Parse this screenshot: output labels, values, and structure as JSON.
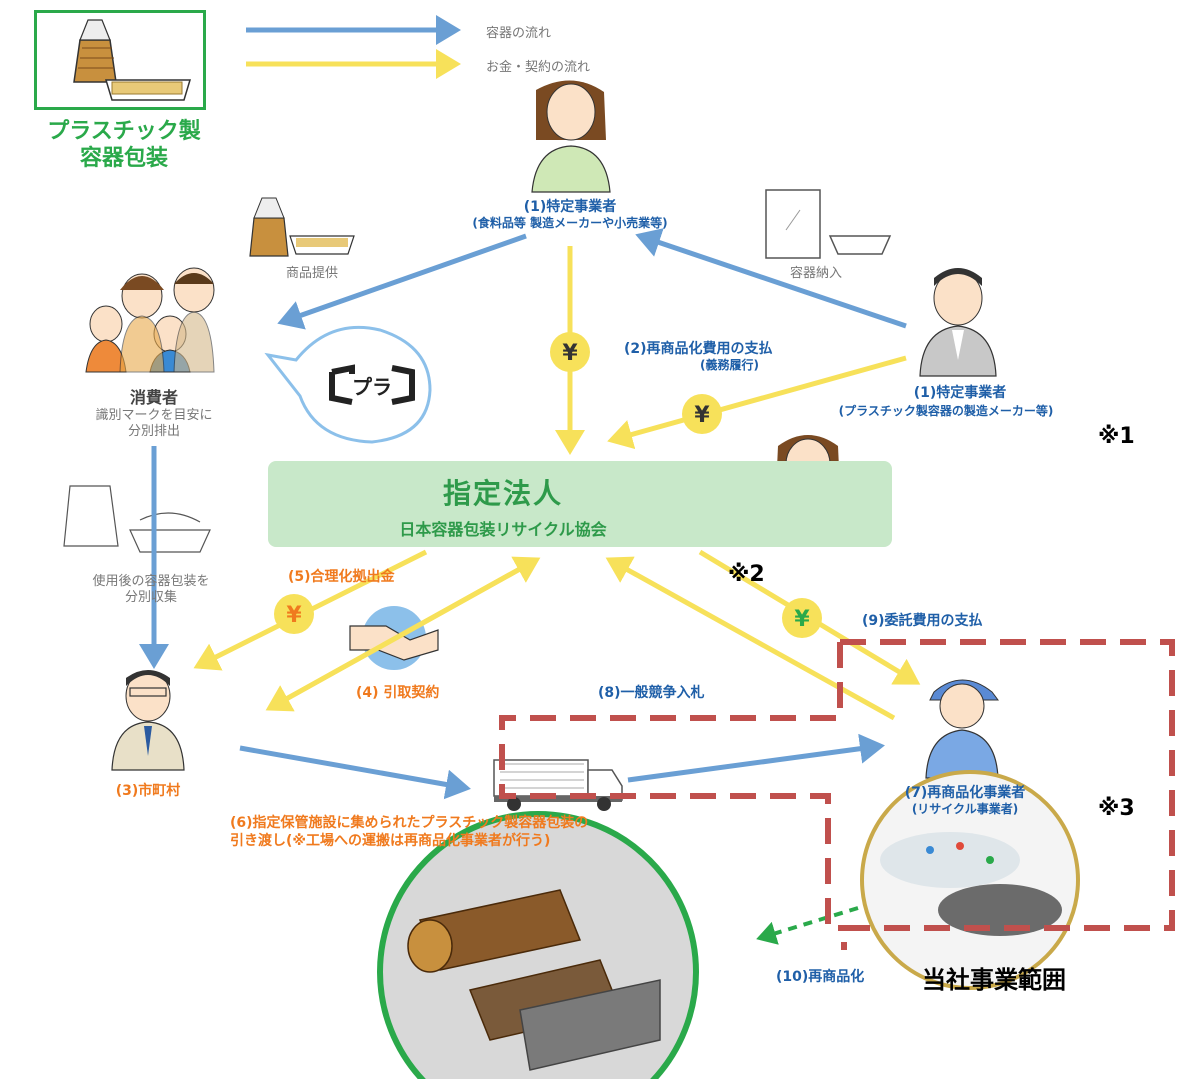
{
  "legend": {
    "container_flow": "容器の流れ",
    "money_flow": "お金・契約の流れ",
    "container_color": "#6a9fd4",
    "money_color": "#f7e15a"
  },
  "package_title": "プラスチック製\n容器包装",
  "actors": {
    "business1_top": {
      "label": "(1)特定事業者",
      "sub": "(食料品等 製造メーカーや小売業等)"
    },
    "business1_right": {
      "label": "(1)特定事業者",
      "sub": "(プラスチック製容器の製造メーカー等)"
    },
    "consumer": {
      "label": "消費者",
      "sub1": "識別マークを目安に",
      "sub2": "分別排出"
    },
    "municipality": {
      "label": "(3)市町村"
    },
    "recycler": {
      "label": "(7)再商品化事業者",
      "sub": "(リサイクル事業者)"
    }
  },
  "designated_org": {
    "title": "指定法人",
    "subtitle": "日本容器包装リサイクル協会",
    "bg_color": "#c8e8c9"
  },
  "labels": {
    "product_supply": "商品提供",
    "container_delivery": "容器納入",
    "separate_collection1": "使用後の容器包装を",
    "separate_collection2": "分別収集",
    "payment2": "(2)再商品化費用の支払",
    "payment2_sub": "(義務履行)",
    "contribution5": "(5)合理化拠出金",
    "contract4": "(4) 引取契約",
    "bid8": "(8)一般競争入札",
    "payment9": "(9)委託費用の支払",
    "handover6_1": "(6)指定保管施設に集められたプラスチック製容器包装の",
    "handover6_2": "引き渡し(※工場への運搬は再商品化事業者が行う)",
    "product10": "(10)再商品化"
  },
  "yen_symbol": "¥",
  "notes": {
    "n1": "※1",
    "n2": "※2",
    "n3": "※3"
  },
  "scope_label": "当社事業範囲",
  "colors": {
    "green": "#2aa94a",
    "blue_arrow": "#6a9fd4",
    "yellow_arrow": "#f7e15a",
    "orange_text": "#f07a1e",
    "red_dash": "#c0504d"
  }
}
